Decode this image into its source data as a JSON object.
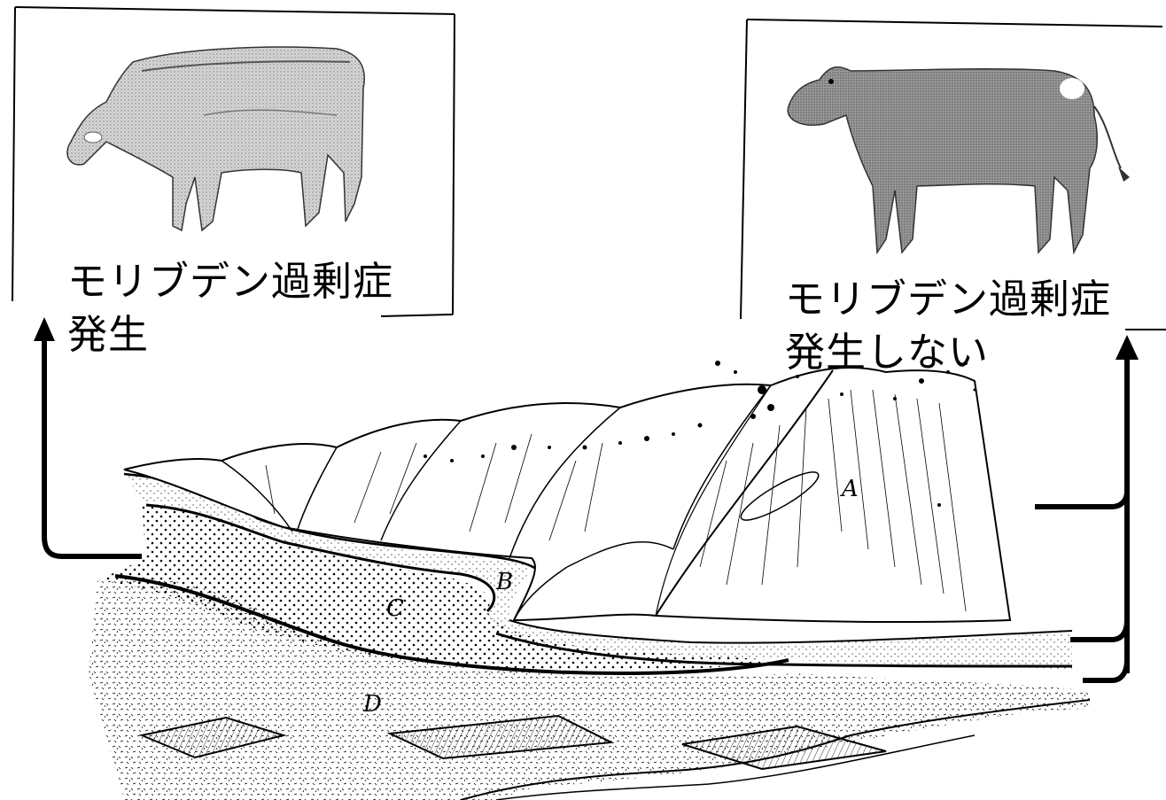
{
  "panels": {
    "left": {
      "caption_line1": "モリブデン過剰症",
      "caption_line2": "発生"
    },
    "right": {
      "caption_line1": "モリブデン過剰症",
      "caption_line2": "発生しない"
    }
  },
  "zones": {
    "a": "A",
    "b": "B",
    "c": "C",
    "d": "D"
  },
  "icons": {
    "left_animal": "unhealthy-calf-icon",
    "right_animal": "healthy-calf-icon",
    "left_arrow": "arrow-up-icon",
    "right_arrow": "arrow-up-icon"
  },
  "colors": {
    "ink": "#000000",
    "paper": "#ffffff"
  }
}
